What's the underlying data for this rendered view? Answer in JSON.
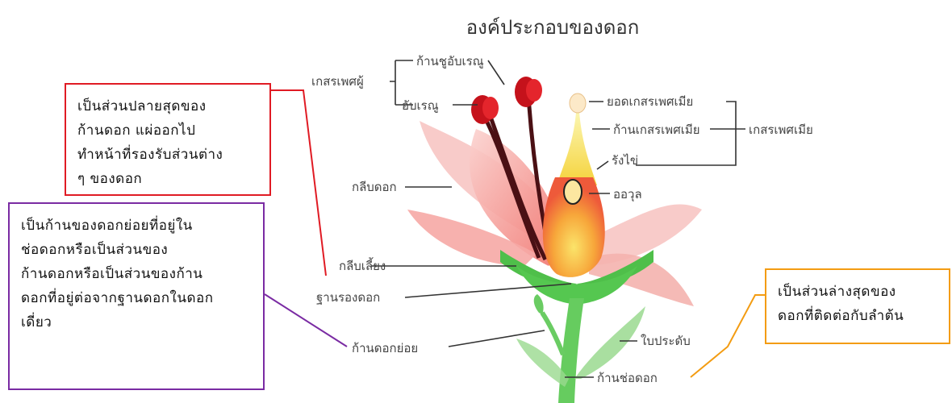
{
  "title": "องค์ประกอบของดอก",
  "labels": {
    "stamen": "เกสรเพศผู้",
    "filament": "ก้านชูอับเรณู",
    "anther": "อับเรณู",
    "petal": "กลีบดอก",
    "sepal": "กลีบเลี้ยง",
    "receptacle": "ฐานรองดอก",
    "pedicel": "ก้านดอกย่อย",
    "bract": "ใบประดับ",
    "peduncle": "ก้านช่อดอก",
    "stigma": "ยอดเกสรเพศเมีย",
    "style": "ก้านเกสรเพศเมีย",
    "pistil": "เกสรเพศเมีย",
    "ovary": "รังไข่",
    "ovule": "ออวุล"
  },
  "callouts": {
    "receptacle_note": "เป็นส่วนปลายสุดของ\nก้านดอก แผ่ออกไป\nทำหน้าที่รองรับส่วนต่าง\nๆ ของดอก",
    "pedicel_note": "เป็นก้านของดอกย่อยที่อยู่ใน\nช่อดอกหรือเป็นส่วนของ\nก้านดอกหรือเป็นส่วนของก้าน\nดอกที่อยู่ต่อจากฐานดอกในดอก\nเดี่ยว",
    "peduncle_note": "เป็นส่วนล่างสุดของ\nดอกที่ติดต่อกับลำต้น"
  },
  "colors": {
    "red_box": "#e01b24",
    "purple_box": "#7a2ba3",
    "orange_box": "#f39c12",
    "petal": "#f08a8a",
    "stem": "#5cc957"
  }
}
